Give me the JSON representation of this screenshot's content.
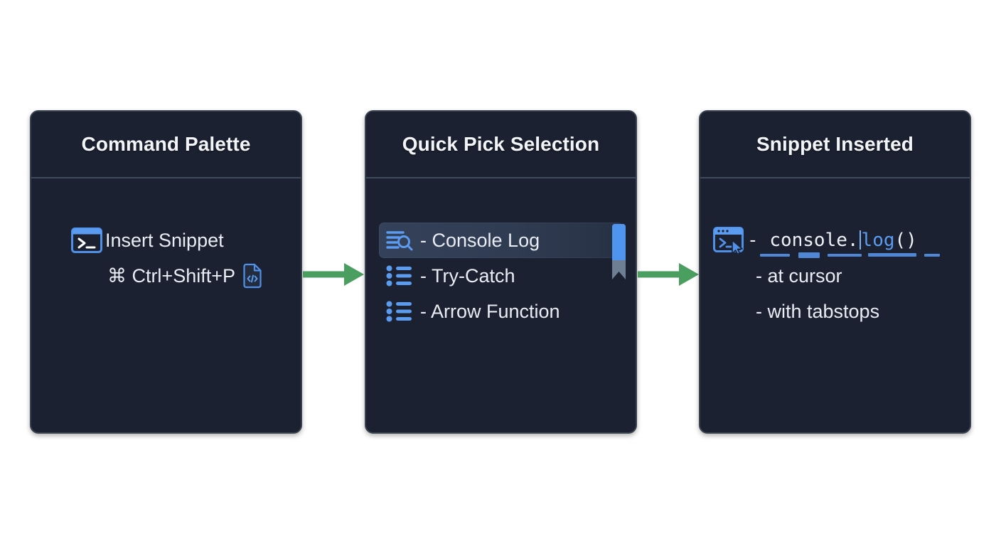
{
  "meta": {
    "background_color": "#ffffff",
    "panel_bg": "#1b2130",
    "panel_border": "#39424f",
    "accent_blue": "#5b9bf0",
    "arrow_green": "#4a9e5f",
    "text_color": "#e9ecf2"
  },
  "panels": [
    {
      "id": "command-palette",
      "title": "Command Palette",
      "rows": [
        {
          "icon": "terminal-icon",
          "text": "Insert Snippet"
        },
        {
          "icon": "code-file-icon",
          "text": "⌘ Ctrl+Shift+P"
        }
      ]
    },
    {
      "id": "quick-pick-selection",
      "title": "Quick Pick Selection",
      "items": [
        {
          "icon": "list-search-icon",
          "text": "- Console Log",
          "selected": true
        },
        {
          "icon": "bulleted-list-icon",
          "text": "- Try-Catch",
          "selected": false
        },
        {
          "icon": "bulleted-list-icon",
          "text": "- Arrow Function",
          "selected": false
        }
      ],
      "marker": "bookmark-scroll-marker"
    },
    {
      "id": "snippet-inserted",
      "title": "Snippet Inserted",
      "code": {
        "icon": "terminal-cursor-icon",
        "dash": "-",
        "prefix": "console.",
        "highlight": "log",
        "suffix": "()"
      },
      "rows": [
        {
          "text": "- at cursor"
        },
        {
          "text": "- with tabstops"
        }
      ]
    }
  ],
  "connectors": [
    {
      "id": "arrow-1",
      "from": "command-palette",
      "to": "quick-pick-selection",
      "color": "#4a9e5f"
    },
    {
      "id": "arrow-2",
      "from": "quick-pick-selection",
      "to": "snippet-inserted",
      "color": "#4a9e5f"
    }
  ]
}
